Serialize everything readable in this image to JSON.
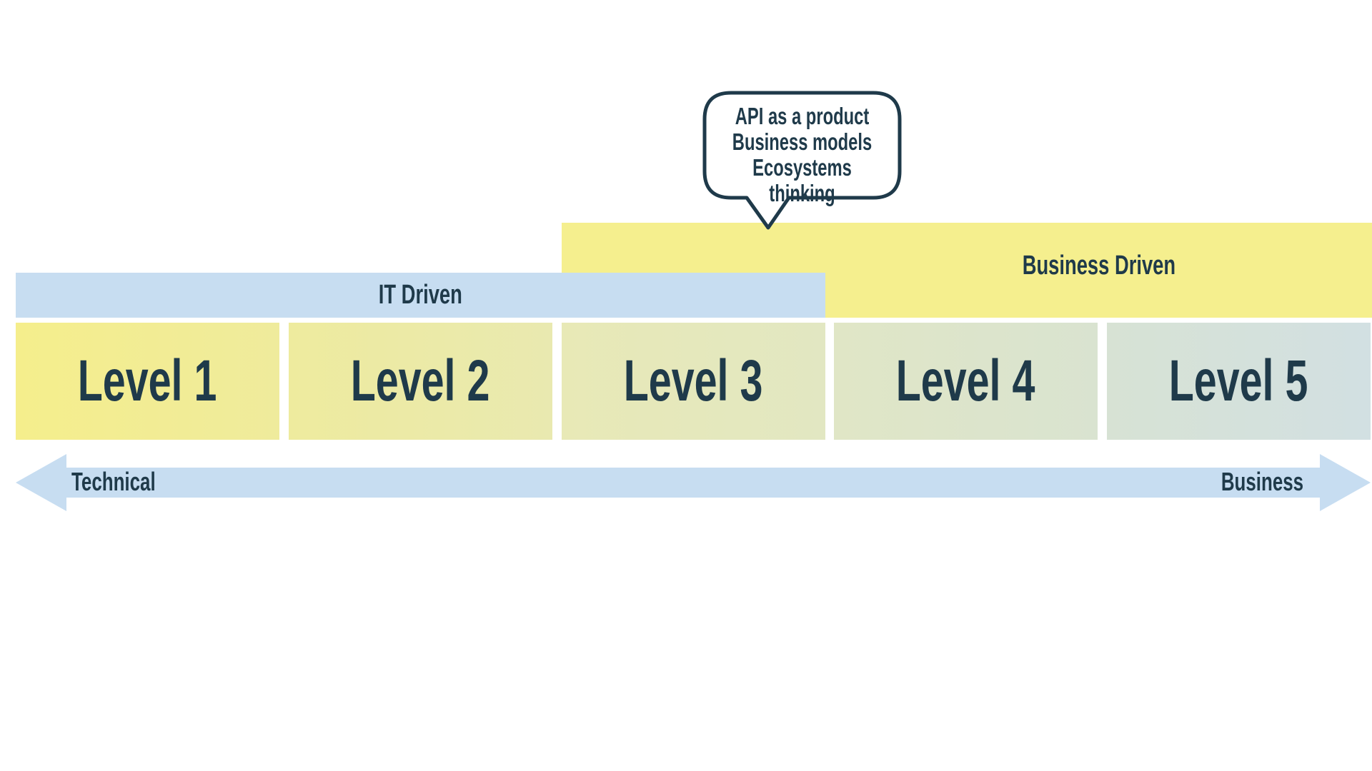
{
  "callout": {
    "lines": [
      "API as a product",
      "Business models",
      "Ecosystems thinking"
    ]
  },
  "bands": {
    "business_driven": "Business Driven",
    "it_driven": "IT Driven"
  },
  "levels": [
    {
      "label": "Level 1",
      "color": "#f3ec90"
    },
    {
      "label": "Level 2",
      "color": "#ecebaa"
    },
    {
      "label": "Level 3",
      "color": "#e6e8bd"
    },
    {
      "label": "Level 4",
      "color": "#dee6c9"
    },
    {
      "label": "Level 5",
      "color": "#d3e0dd"
    }
  ],
  "axis": {
    "left": "Technical",
    "right": "Business"
  },
  "colors": {
    "yellow": "#f5ef8e",
    "blue": "#c7ddf1",
    "text": "#1f3a4a"
  }
}
